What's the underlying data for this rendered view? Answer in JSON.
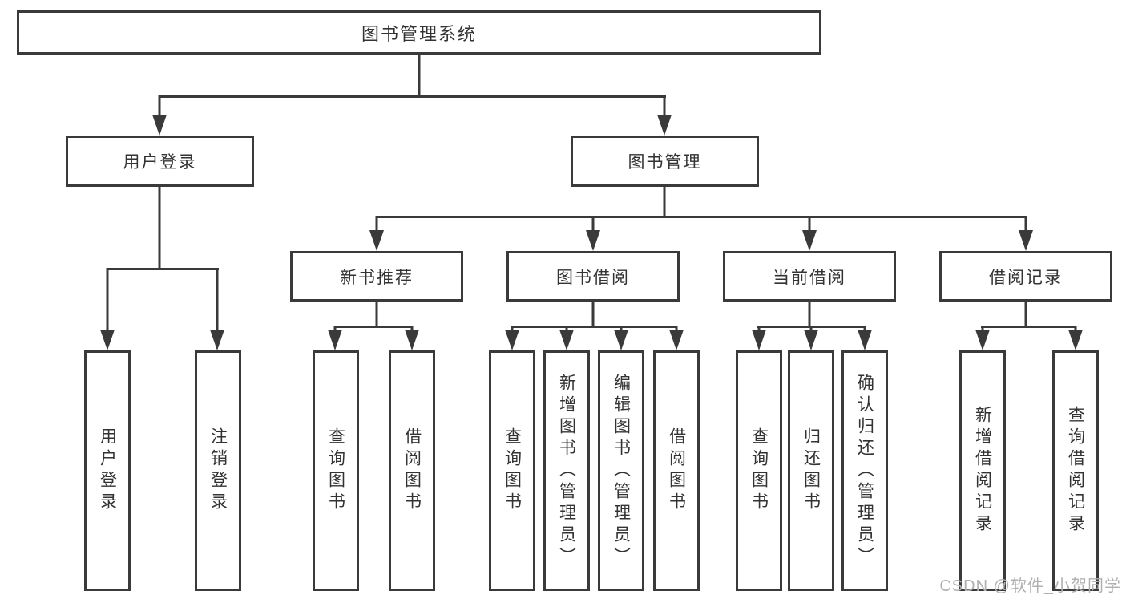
{
  "diagram": {
    "title": "图书管理系统",
    "level2": {
      "user_login": "用户登录",
      "book_management": "图书管理"
    },
    "level3": {
      "new_book": "新书推荐",
      "book_borrow": "图书借阅",
      "current_borrow": "当前借阅",
      "borrow_record": "借阅记录"
    },
    "leaves": {
      "user_login": [
        "用户登录",
        "注销登录"
      ],
      "new_book": [
        "查询图书",
        "借阅图书"
      ],
      "book_borrow": [
        "查询图书",
        "新增图书（管理员）",
        "编辑图书（管理员）",
        "借阅图书"
      ],
      "current_borrow": [
        "查询图书",
        "归还图书",
        "确认归还（管理员）"
      ],
      "borrow_record": [
        "新增借阅记录",
        "查询借阅记录"
      ]
    }
  },
  "watermark": "CSDN @软件_小贺同学",
  "colors": {
    "line": "#3a3a3a",
    "text": "#333333",
    "background": "#ffffff",
    "watermark": "#b0b0b0"
  }
}
